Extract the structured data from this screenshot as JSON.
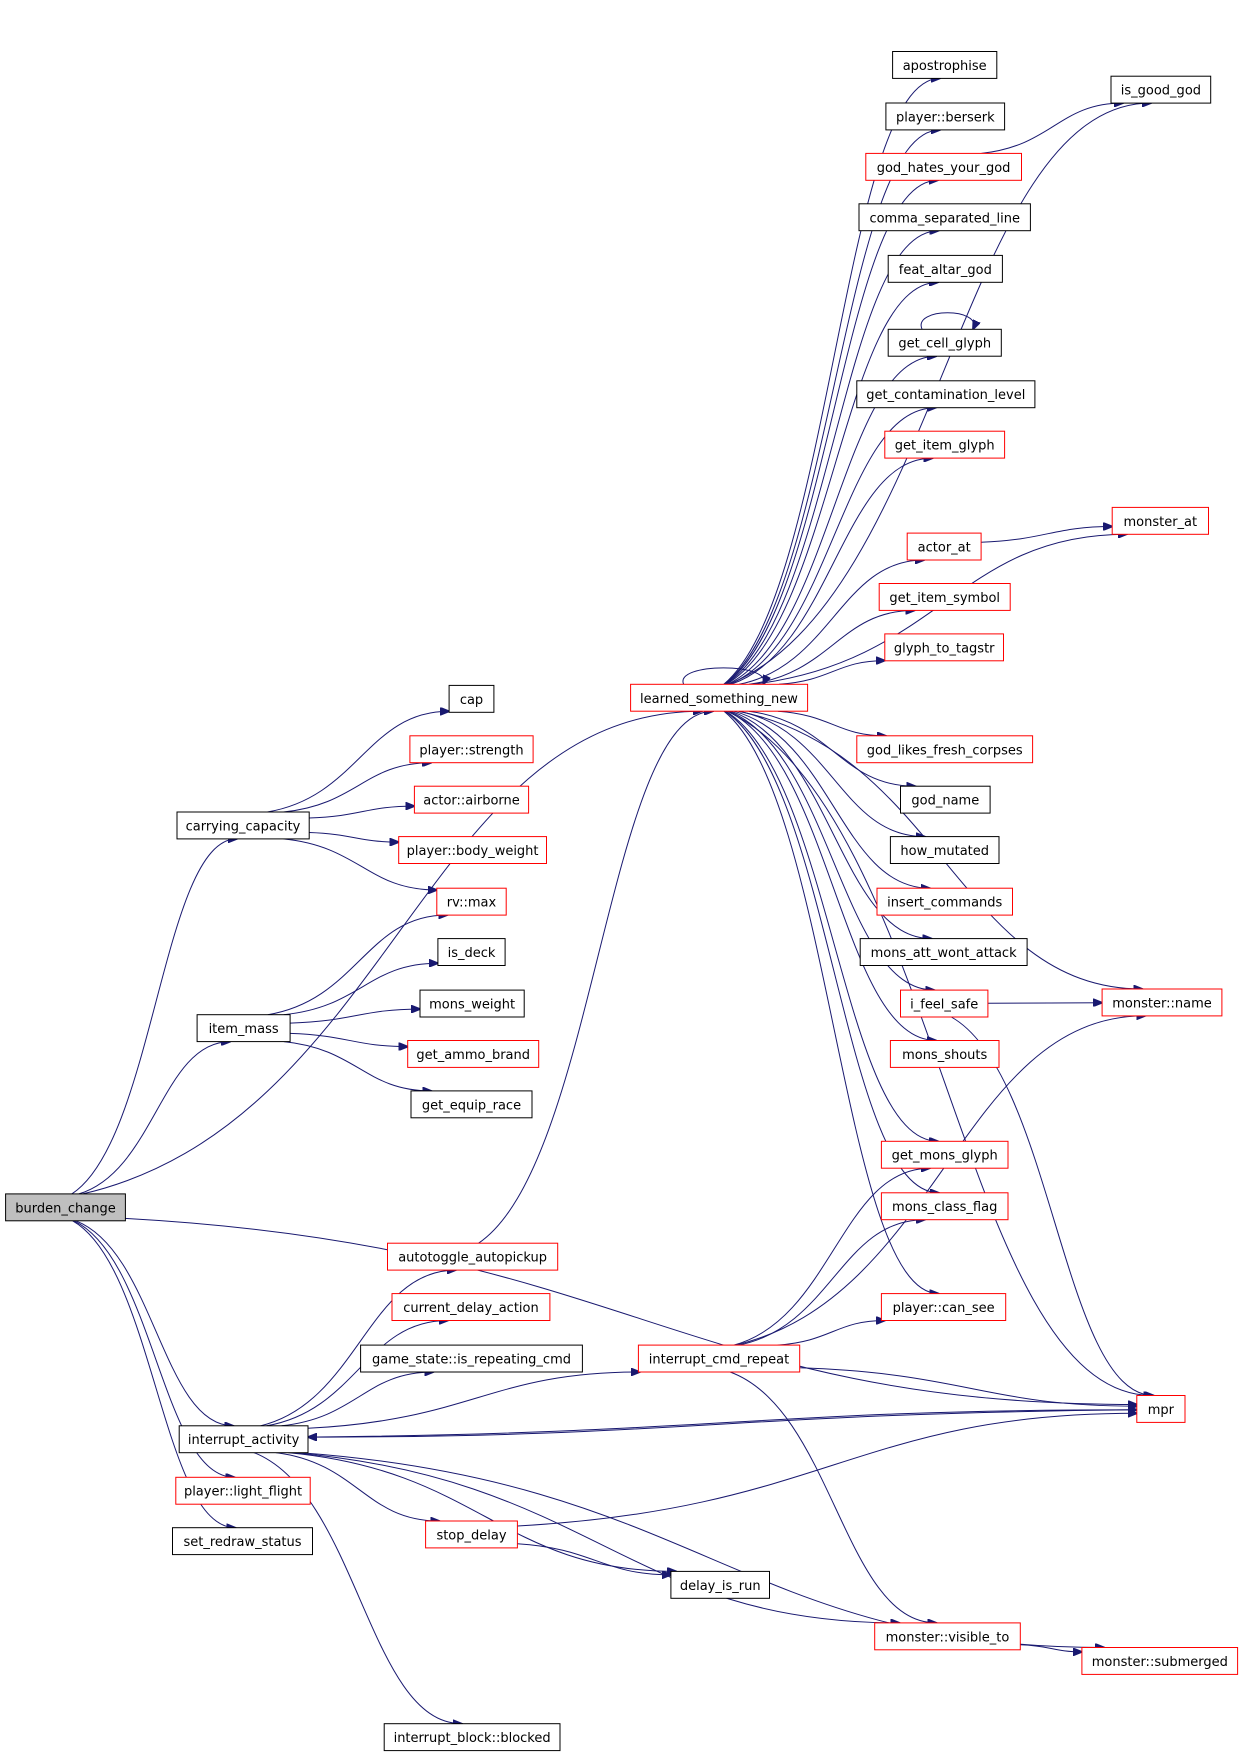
{
  "graph": {
    "title": "burden_change call graph",
    "colors": {
      "edge": "#191970",
      "root_fill": "#bfbfbf",
      "documented_border": "#000000",
      "undocumented_border": "#ff0000"
    },
    "nodes": [
      {
        "id": "burden_change",
        "label": "burden_change",
        "style": "root"
      },
      {
        "id": "carrying_capacity",
        "label": "carrying_capacity",
        "style": "black"
      },
      {
        "id": "item_mass",
        "label": "item_mass",
        "style": "black"
      },
      {
        "id": "interrupt_activity",
        "label": "interrupt_activity",
        "style": "black"
      },
      {
        "id": "player_light_flight",
        "label": "player::light_flight",
        "style": "red"
      },
      {
        "id": "set_redraw_status",
        "label": "set_redraw_status",
        "style": "black"
      },
      {
        "id": "cap",
        "label": "cap",
        "style": "black"
      },
      {
        "id": "player_strength",
        "label": "player::strength",
        "style": "red"
      },
      {
        "id": "actor_airborne",
        "label": "actor::airborne",
        "style": "red"
      },
      {
        "id": "player_body_weight",
        "label": "player::body_weight",
        "style": "red"
      },
      {
        "id": "rv_max",
        "label": "rv::max",
        "style": "red"
      },
      {
        "id": "is_deck",
        "label": "is_deck",
        "style": "black"
      },
      {
        "id": "mons_weight",
        "label": "mons_weight",
        "style": "black"
      },
      {
        "id": "get_ammo_brand",
        "label": "get_ammo_brand",
        "style": "red"
      },
      {
        "id": "get_equip_race",
        "label": "get_equip_race",
        "style": "black"
      },
      {
        "id": "autotoggle_autopickup",
        "label": "autotoggle_autopickup",
        "style": "red"
      },
      {
        "id": "current_delay_action",
        "label": "current_delay_action",
        "style": "red"
      },
      {
        "id": "game_state_is_repeating_cmd",
        "label": "game_state::is_repeating_cmd",
        "style": "black"
      },
      {
        "id": "interrupt_cmd_repeat",
        "label": "interrupt_cmd_repeat",
        "style": "red"
      },
      {
        "id": "stop_delay",
        "label": "stop_delay",
        "style": "red"
      },
      {
        "id": "delay_is_run",
        "label": "delay_is_run",
        "style": "black"
      },
      {
        "id": "interrupt_block_blocked",
        "label": "interrupt_block::blocked",
        "style": "black"
      },
      {
        "id": "learned_something_new",
        "label": "learned_something_new",
        "style": "red"
      },
      {
        "id": "apostrophise",
        "label": "apostrophise",
        "style": "black"
      },
      {
        "id": "player_berserk",
        "label": "player::berserk",
        "style": "black"
      },
      {
        "id": "god_hates_your_god",
        "label": "god_hates_your_god",
        "style": "red"
      },
      {
        "id": "comma_separated_line",
        "label": "comma_separated_line",
        "style": "black"
      },
      {
        "id": "feat_altar_god",
        "label": "feat_altar_god",
        "style": "black"
      },
      {
        "id": "get_cell_glyph",
        "label": "get_cell_glyph",
        "style": "black"
      },
      {
        "id": "get_contamination_level",
        "label": "get_contamination_level",
        "style": "black"
      },
      {
        "id": "get_item_glyph",
        "label": "get_item_glyph",
        "style": "red"
      },
      {
        "id": "actor_at",
        "label": "actor_at",
        "style": "red"
      },
      {
        "id": "get_item_symbol",
        "label": "get_item_symbol",
        "style": "red"
      },
      {
        "id": "glyph_to_tagstr",
        "label": "glyph_to_tagstr",
        "style": "red"
      },
      {
        "id": "god_likes_fresh_corpses",
        "label": "god_likes_fresh_corpses",
        "style": "red"
      },
      {
        "id": "god_name",
        "label": "god_name",
        "style": "black"
      },
      {
        "id": "how_mutated",
        "label": "how_mutated",
        "style": "black"
      },
      {
        "id": "insert_commands",
        "label": "insert_commands",
        "style": "red"
      },
      {
        "id": "mons_att_wont_attack",
        "label": "mons_att_wont_attack",
        "style": "black"
      },
      {
        "id": "i_feel_safe",
        "label": "i_feel_safe",
        "style": "red"
      },
      {
        "id": "mons_shouts",
        "label": "mons_shouts",
        "style": "red"
      },
      {
        "id": "get_mons_glyph",
        "label": "get_mons_glyph",
        "style": "red"
      },
      {
        "id": "mons_class_flag",
        "label": "mons_class_flag",
        "style": "red"
      },
      {
        "id": "player_can_see",
        "label": "player::can_see",
        "style": "red"
      },
      {
        "id": "is_good_god",
        "label": "is_good_god",
        "style": "black"
      },
      {
        "id": "monster_at",
        "label": "monster_at",
        "style": "red"
      },
      {
        "id": "monster_name",
        "label": "monster::name",
        "style": "red"
      },
      {
        "id": "mpr",
        "label": "mpr",
        "style": "red"
      },
      {
        "id": "monster_visible_to",
        "label": "monster::visible_to",
        "style": "red"
      },
      {
        "id": "monster_submerged",
        "label": "monster::submerged",
        "style": "red"
      }
    ],
    "edges": [
      [
        "burden_change",
        "carrying_capacity"
      ],
      [
        "burden_change",
        "item_mass"
      ],
      [
        "burden_change",
        "learned_something_new"
      ],
      [
        "burden_change",
        "mpr"
      ],
      [
        "burden_change",
        "interrupt_activity"
      ],
      [
        "burden_change",
        "player_light_flight"
      ],
      [
        "burden_change",
        "set_redraw_status"
      ],
      [
        "carrying_capacity",
        "cap"
      ],
      [
        "carrying_capacity",
        "player_strength"
      ],
      [
        "carrying_capacity",
        "actor_airborne"
      ],
      [
        "carrying_capacity",
        "player_body_weight"
      ],
      [
        "carrying_capacity",
        "rv_max"
      ],
      [
        "item_mass",
        "rv_max"
      ],
      [
        "item_mass",
        "is_deck"
      ],
      [
        "item_mass",
        "mons_weight"
      ],
      [
        "item_mass",
        "get_ammo_brand"
      ],
      [
        "item_mass",
        "get_equip_race"
      ],
      [
        "interrupt_activity",
        "autotoggle_autopickup"
      ],
      [
        "interrupt_activity",
        "current_delay_action"
      ],
      [
        "interrupt_activity",
        "game_state_is_repeating_cmd"
      ],
      [
        "interrupt_activity",
        "interrupt_cmd_repeat"
      ],
      [
        "interrupt_activity",
        "mpr"
      ],
      [
        "interrupt_activity",
        "stop_delay"
      ],
      [
        "interrupt_activity",
        "delay_is_run"
      ],
      [
        "interrupt_activity",
        "monster_visible_to"
      ],
      [
        "interrupt_activity",
        "monster_submerged"
      ],
      [
        "interrupt_activity",
        "interrupt_block_blocked"
      ],
      [
        "mpr",
        "interrupt_activity"
      ],
      [
        "autotoggle_autopickup",
        "learned_something_new"
      ],
      [
        "interrupt_cmd_repeat",
        "get_mons_glyph"
      ],
      [
        "interrupt_cmd_repeat",
        "mons_class_flag"
      ],
      [
        "interrupt_cmd_repeat",
        "player_can_see"
      ],
      [
        "interrupt_cmd_repeat",
        "monster_name"
      ],
      [
        "interrupt_cmd_repeat",
        "mpr"
      ],
      [
        "interrupt_cmd_repeat",
        "monster_visible_to"
      ],
      [
        "stop_delay",
        "mpr"
      ],
      [
        "stop_delay",
        "delay_is_run"
      ],
      [
        "monster_visible_to",
        "monster_submerged"
      ],
      [
        "learned_something_new",
        "is_good_god"
      ],
      [
        "learned_something_new",
        "apostrophise"
      ],
      [
        "learned_something_new",
        "player_berserk"
      ],
      [
        "learned_something_new",
        "god_hates_your_god"
      ],
      [
        "learned_something_new",
        "comma_separated_line"
      ],
      [
        "learned_something_new",
        "feat_altar_god"
      ],
      [
        "learned_something_new",
        "get_cell_glyph"
      ],
      [
        "learned_something_new",
        "get_contamination_level"
      ],
      [
        "learned_something_new",
        "get_item_glyph"
      ],
      [
        "learned_something_new",
        "monster_at"
      ],
      [
        "learned_something_new",
        "actor_at"
      ],
      [
        "learned_something_new",
        "get_item_symbol"
      ],
      [
        "learned_something_new",
        "glyph_to_tagstr"
      ],
      [
        "learned_something_new",
        "learned_something_new"
      ],
      [
        "learned_something_new",
        "monster_name"
      ],
      [
        "learned_something_new",
        "god_likes_fresh_corpses"
      ],
      [
        "learned_something_new",
        "god_name"
      ],
      [
        "learned_something_new",
        "how_mutated"
      ],
      [
        "learned_something_new",
        "insert_commands"
      ],
      [
        "learned_something_new",
        "mons_att_wont_attack"
      ],
      [
        "learned_something_new",
        "i_feel_safe"
      ],
      [
        "learned_something_new",
        "mons_shouts"
      ],
      [
        "learned_something_new",
        "mpr"
      ],
      [
        "learned_something_new",
        "get_mons_glyph"
      ],
      [
        "learned_something_new",
        "mons_class_flag"
      ],
      [
        "learned_something_new",
        "player_can_see"
      ],
      [
        "god_hates_your_god",
        "is_good_god"
      ],
      [
        "get_cell_glyph",
        "get_cell_glyph"
      ],
      [
        "actor_at",
        "monster_at"
      ],
      [
        "i_feel_safe",
        "monster_name"
      ],
      [
        "i_feel_safe",
        "mpr"
      ]
    ]
  }
}
